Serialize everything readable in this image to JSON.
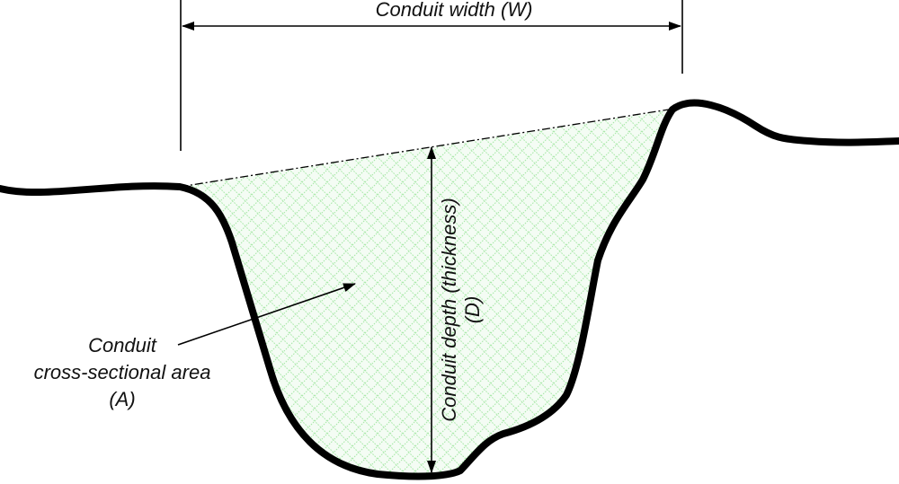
{
  "labels": {
    "width": "Conduit width (W)",
    "depth_line1": "Conduit depth (thickness)",
    "depth_line2": "(D)",
    "area_line1": "Conduit",
    "area_line2": "cross-sectional area",
    "area_line3": "(A)"
  },
  "colors": {
    "outline": "#000000",
    "hatch": "#a6e8a6",
    "fill": "#f3fcf3",
    "text": "#111111"
  }
}
